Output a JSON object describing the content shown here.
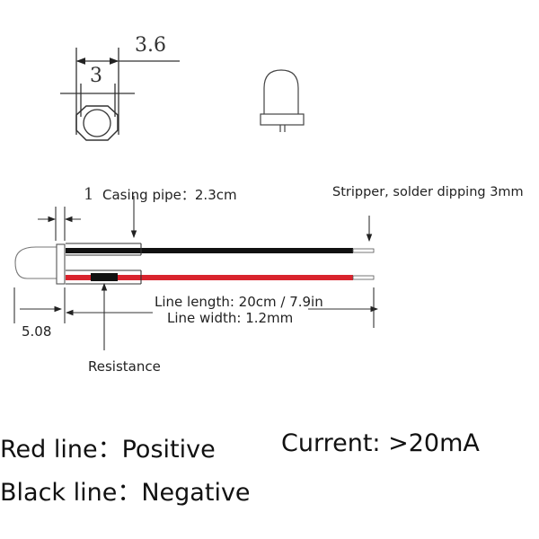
{
  "top_view": {
    "outer_diameter": "3.6",
    "inner_diameter": "3"
  },
  "side_view": {
    "lead_gap": "1",
    "casing_pipe": "Casing pipe：2.3cm",
    "stripper": "Stripper, solder dipping 3mm",
    "line_length": "Line length: 20cm / 7.9in",
    "line_width": "Line width: 1.2mm",
    "led_length": "5.08",
    "resistance": "Resistance"
  },
  "specs": {
    "red_line": "Red line：Positive",
    "black_line": "Black line：Negative",
    "current": "Current: >20mA"
  },
  "colors": {
    "red_wire": "#d9232d",
    "black_wire": "#111111"
  }
}
